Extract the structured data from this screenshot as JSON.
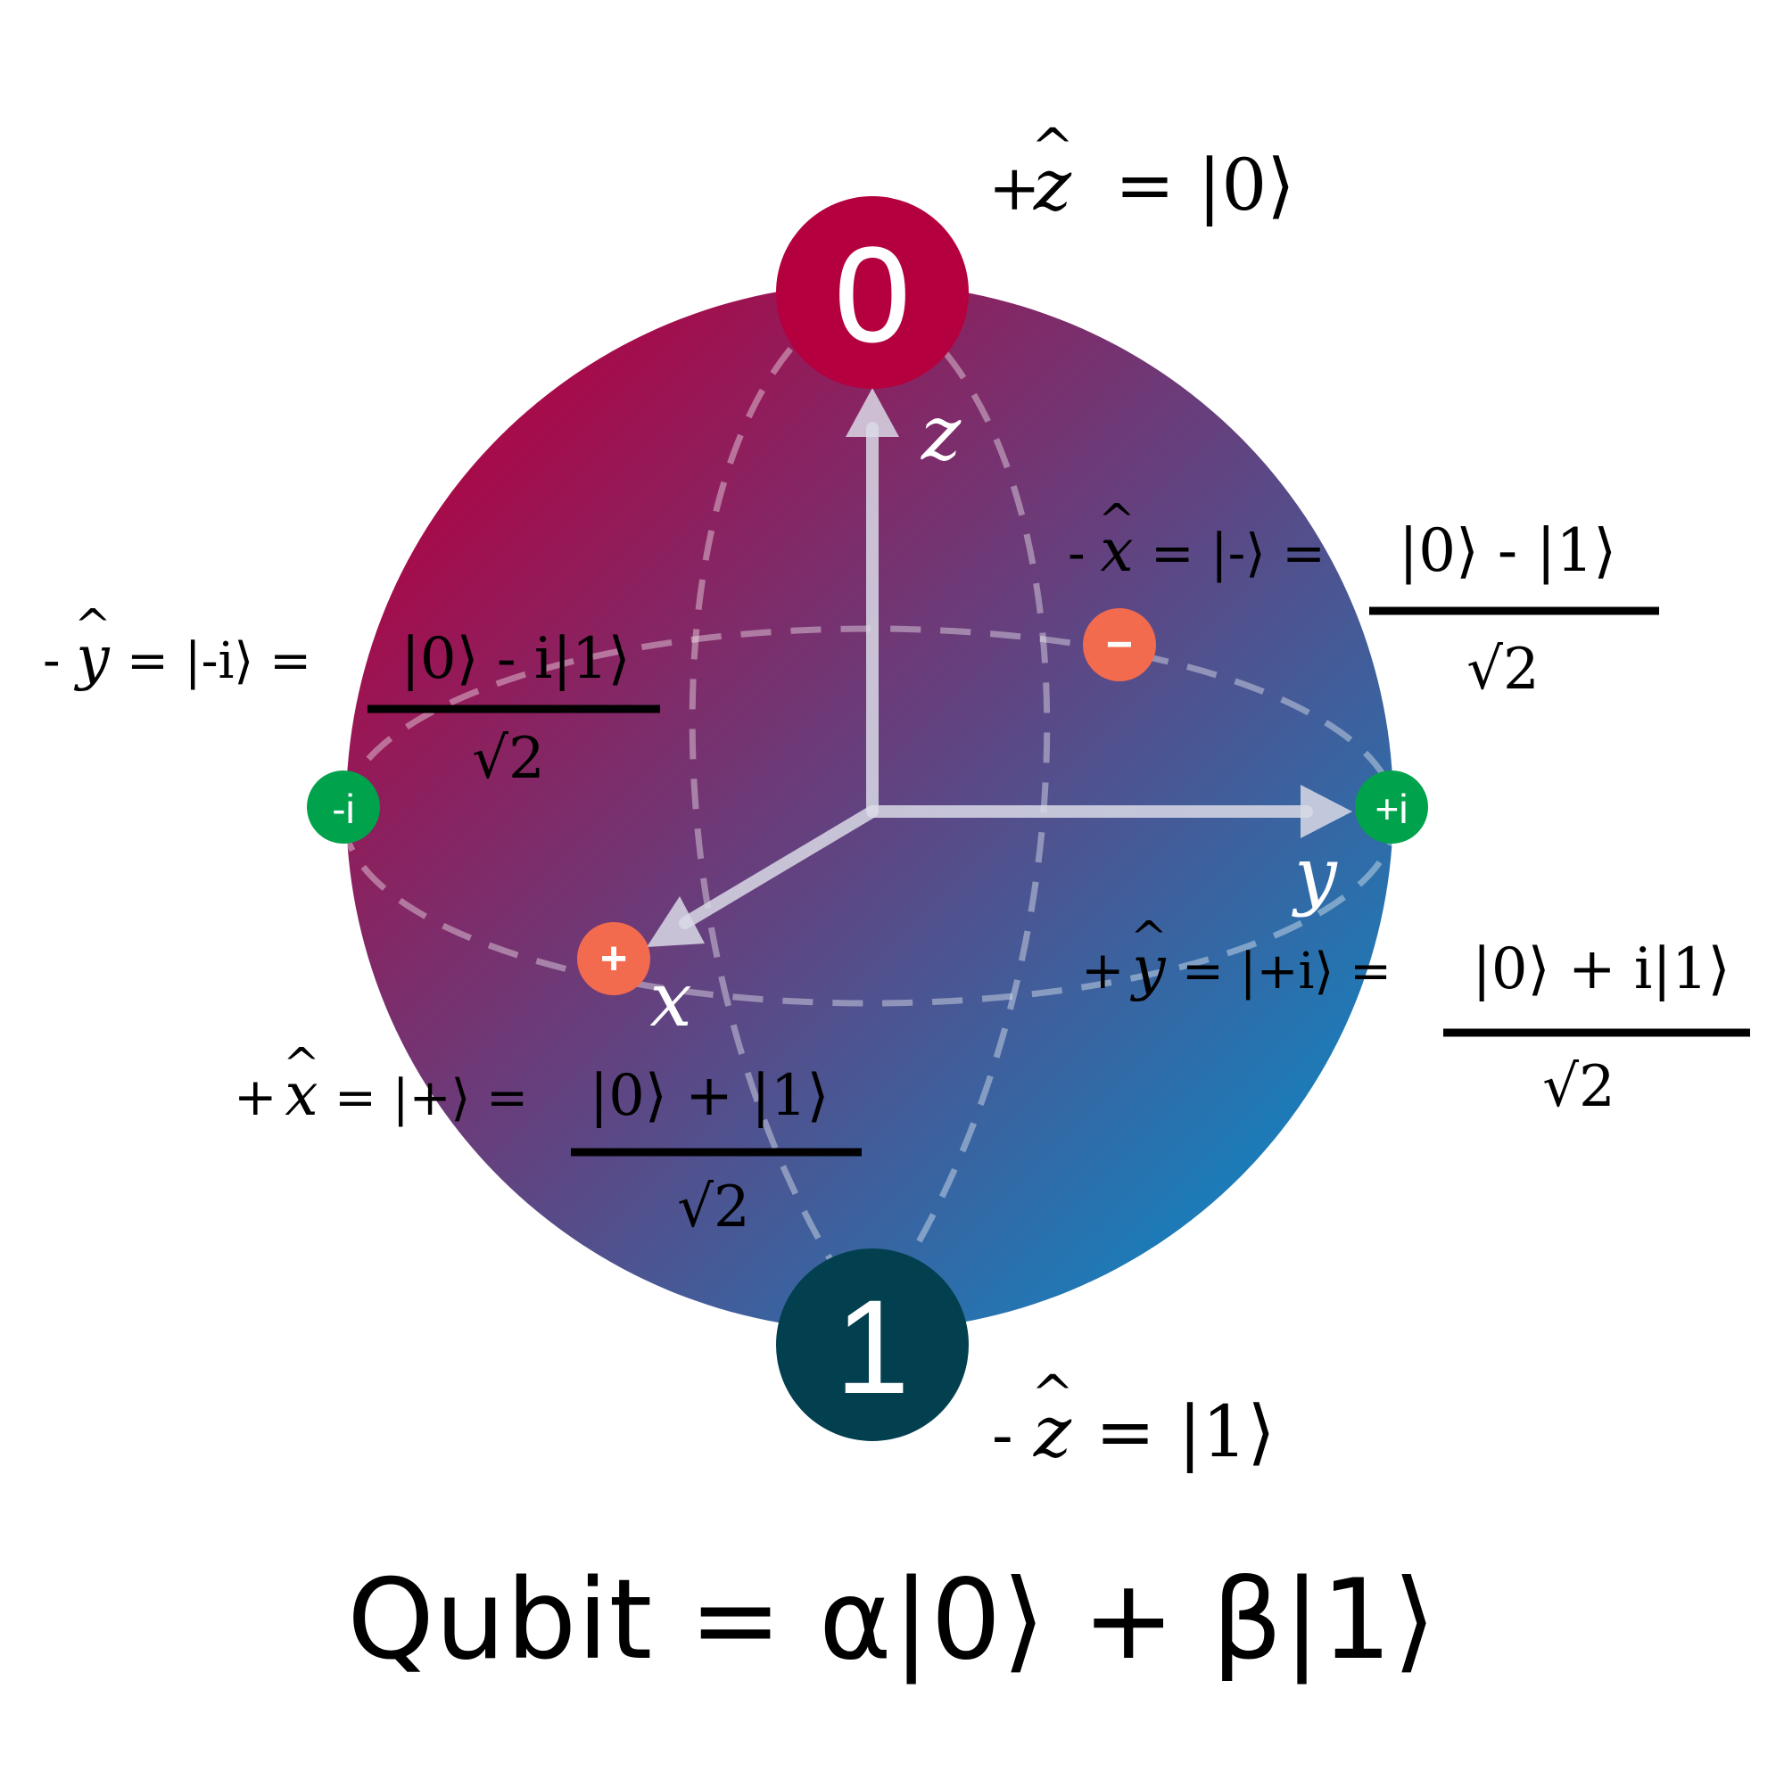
{
  "colors": {
    "sphere_top_left": "#b4003f",
    "sphere_bottom_right": "#0f86c2",
    "pole_zero": "#b4003f",
    "pole_one": "#03404f",
    "x_marker": "#f36b4f",
    "y_marker": "#00a24c",
    "axis": "#d9d9e6"
  },
  "poles": {
    "zero": "0",
    "one": "1"
  },
  "axes": {
    "x": "x",
    "y": "y",
    "z": "z"
  },
  "markers": {
    "plus": "+",
    "minus": "−",
    "plus_i": "+i",
    "minus_i": "-i"
  },
  "labels": {
    "plus_z": {
      "sign": "+",
      "hat": "^",
      "var": "z",
      "rhs": "= |0⟩"
    },
    "minus_z": {
      "sign": "-",
      "hat": "^",
      "var": "z",
      "rhs": "= |1⟩"
    },
    "minus_x": {
      "sign": "-",
      "hat": "^",
      "var": "x",
      "rhs": "= |-⟩ =",
      "numerator": "|0⟩ - |1⟩",
      "denominator": "√2"
    },
    "plus_x": {
      "sign": "+",
      "hat": "^",
      "var": "x",
      "rhs": "= |+⟩ =",
      "numerator": "|0⟩ + |1⟩",
      "denominator": "√2"
    },
    "minus_y": {
      "sign": "-",
      "hat": "^",
      "var": "y",
      "rhs": "= |-i⟩ =",
      "numerator": "|0⟩ - i|1⟩",
      "denominator": "√2"
    },
    "plus_y": {
      "sign": "+",
      "hat": "^",
      "var": "y",
      "rhs": "= |+i⟩ =",
      "numerator": "|0⟩ + i|1⟩",
      "denominator": "√2"
    }
  },
  "title": "Qubit = α|0⟩ + β|1⟩"
}
